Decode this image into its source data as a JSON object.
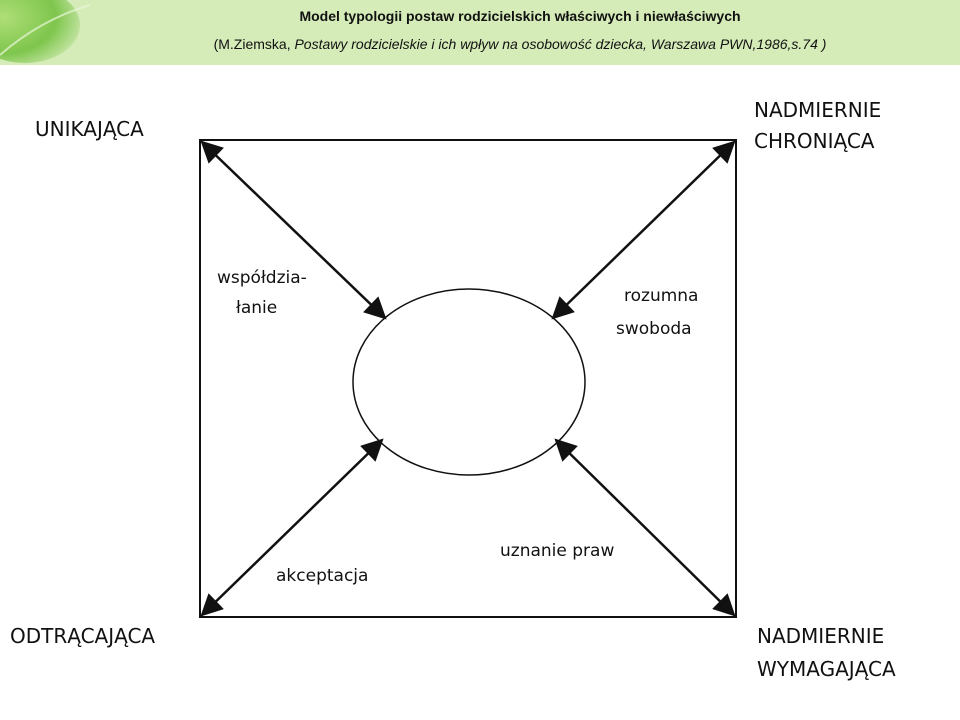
{
  "header": {
    "title": "Model typologii postaw rodzicielskich właściwych i niewłaściwych",
    "source_open": "(M.Ziemska, ",
    "source_italic": "Postawy rodzicielskie i ich wpływ na osobowość dziecka, Warszawa PWN,1986,s.74 )"
  },
  "colors": {
    "header_band": "#d5ecb8",
    "leaf": "#6fbf3a",
    "line": "#111111"
  },
  "diagram": {
    "corners": {
      "top_left": [
        "UNIKAJĄCA"
      ],
      "top_right": [
        "NADMIERNIE",
        "CHRONIĄCA"
      ],
      "bottom_left": [
        "ODTRĄCAJĄCA"
      ],
      "bottom_right": [
        "NADMIERNIE",
        "WYMAGAJĄCA"
      ]
    },
    "edges": {
      "top_left": [
        "współdzia-",
        "łanie"
      ],
      "top_right": [
        "rozumna",
        "swoboda"
      ],
      "bottom_left": [
        "akceptacja"
      ],
      "bottom_right": [
        "uznanie praw"
      ]
    }
  }
}
